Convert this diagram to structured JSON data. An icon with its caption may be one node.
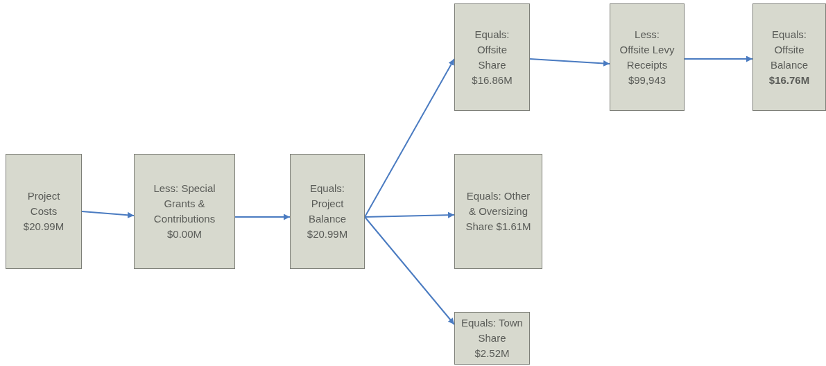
{
  "diagram": {
    "nodes": [
      {
        "text": [
          "Project Costs $20.99M"
        ]
      },
      {
        "text": [
          "Less:  Special Grants & Contributions $0.00M"
        ]
      },
      {
        "text": [
          "Equals: Project Balance $20.99M"
        ]
      },
      {
        "text": [
          "Equals: Offsite Share $16.86M"
        ]
      },
      {
        "text": [
          "Less: Offsite Levy Receipts $99,943"
        ]
      },
      {
        "text": [
          "Equals: Offsite Balance **$16.76M**"
        ]
      },
      {
        "text": [
          "Equals: Other & Oversizing Share $1.61M"
        ]
      },
      {
        "text": [
          "Equals: Town Share $2.52M"
        ]
      }
    ],
    "edges": [
      {
        "from": 0,
        "to": 1,
        "arrow": "to"
      },
      {
        "from": 1,
        "to": 2,
        "arrow": "to"
      },
      {
        "from": 2,
        "to": 3,
        "arrow": "to"
      },
      {
        "from": 2,
        "to": 6,
        "arrow": "to"
      },
      {
        "from": 2,
        "to": 7,
        "arrow": "to"
      },
      {
        "from": 3,
        "to": 4,
        "arrow": "to"
      },
      {
        "from": 4,
        "to": 5,
        "arrow": "to"
      }
    ]
  }
}
